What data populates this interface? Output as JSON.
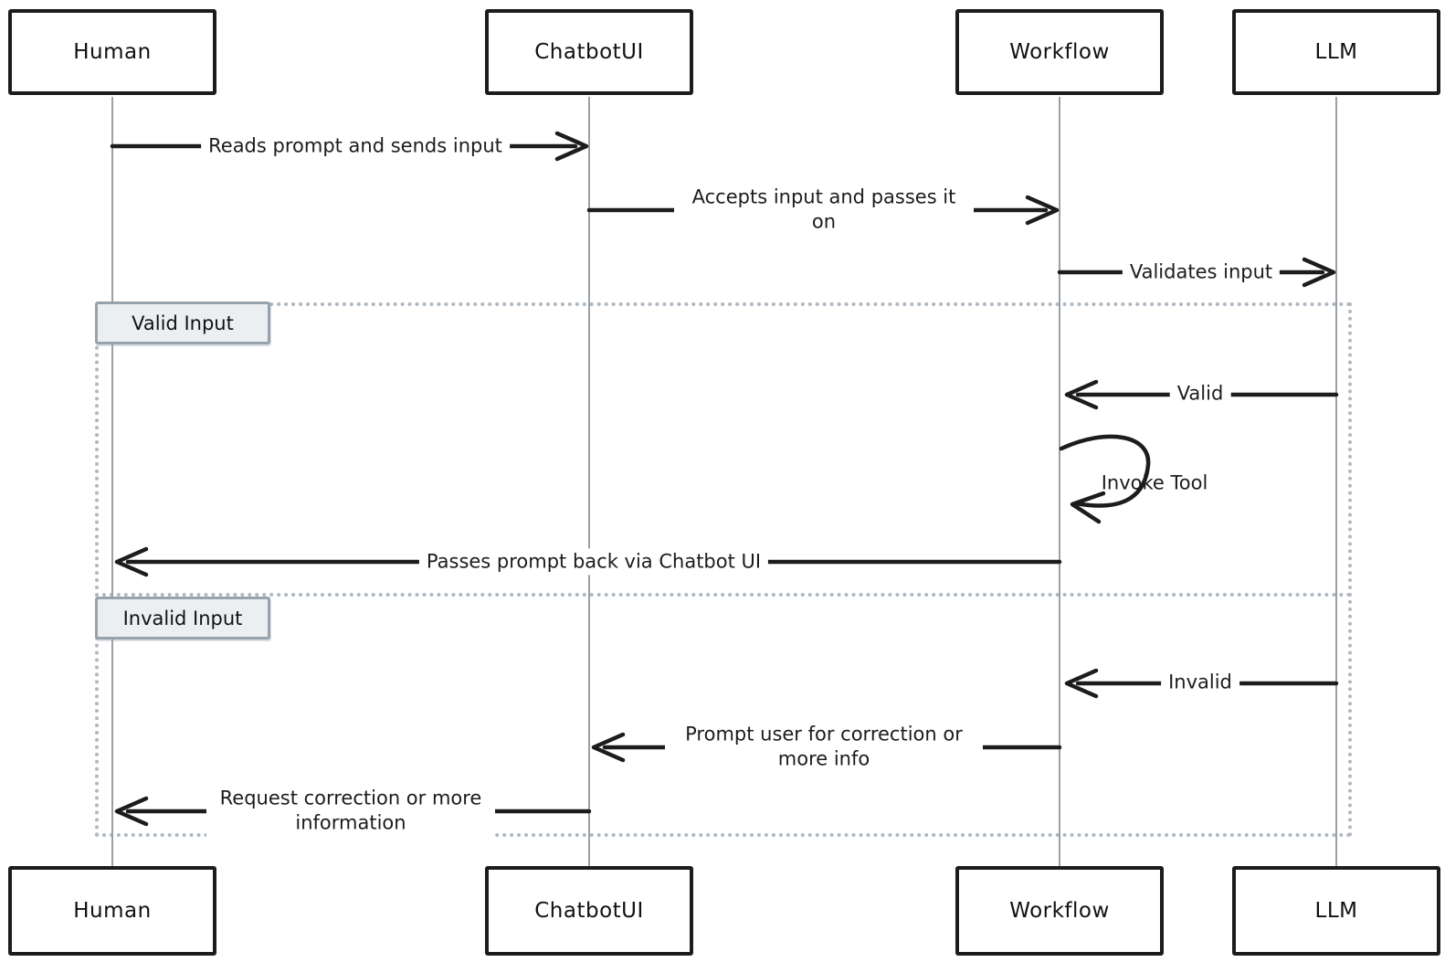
{
  "diagram": {
    "type": "sequence",
    "participants": [
      "Human",
      "ChatbotUI",
      "Workflow",
      "LLM"
    ],
    "frames": [
      {
        "label": "Valid Input"
      },
      {
        "label": "Invalid Input"
      }
    ],
    "messages": [
      {
        "from": "Human",
        "to": "ChatbotUI",
        "label": "Reads prompt and sends input"
      },
      {
        "from": "ChatbotUI",
        "to": "Workflow",
        "label": "Accepts input and passes it on"
      },
      {
        "from": "Workflow",
        "to": "LLM",
        "label": "Validates input"
      },
      {
        "from": "LLM",
        "to": "Workflow",
        "label": "Valid"
      },
      {
        "from": "Workflow",
        "to": "Workflow",
        "label": "Invoke Tool"
      },
      {
        "from": "Workflow",
        "to": "Human",
        "label": "Passes prompt back via Chatbot UI"
      },
      {
        "from": "LLM",
        "to": "Workflow",
        "label": "Invalid"
      },
      {
        "from": "Workflow",
        "to": "ChatbotUI",
        "label": "Prompt user for correction or more info"
      },
      {
        "from": "ChatbotUI",
        "to": "Human",
        "label": "Request correction or more information"
      }
    ]
  },
  "colors": {
    "arrow": "#1c1c1c",
    "lifeline": "#9aa0a6",
    "frame_border": "#aeb8c2",
    "frame_label_bg": "#eceff1",
    "frame_label_border": "#97a3ac",
    "participant_border": "#1c1c1c",
    "background": "#ffffff"
  }
}
